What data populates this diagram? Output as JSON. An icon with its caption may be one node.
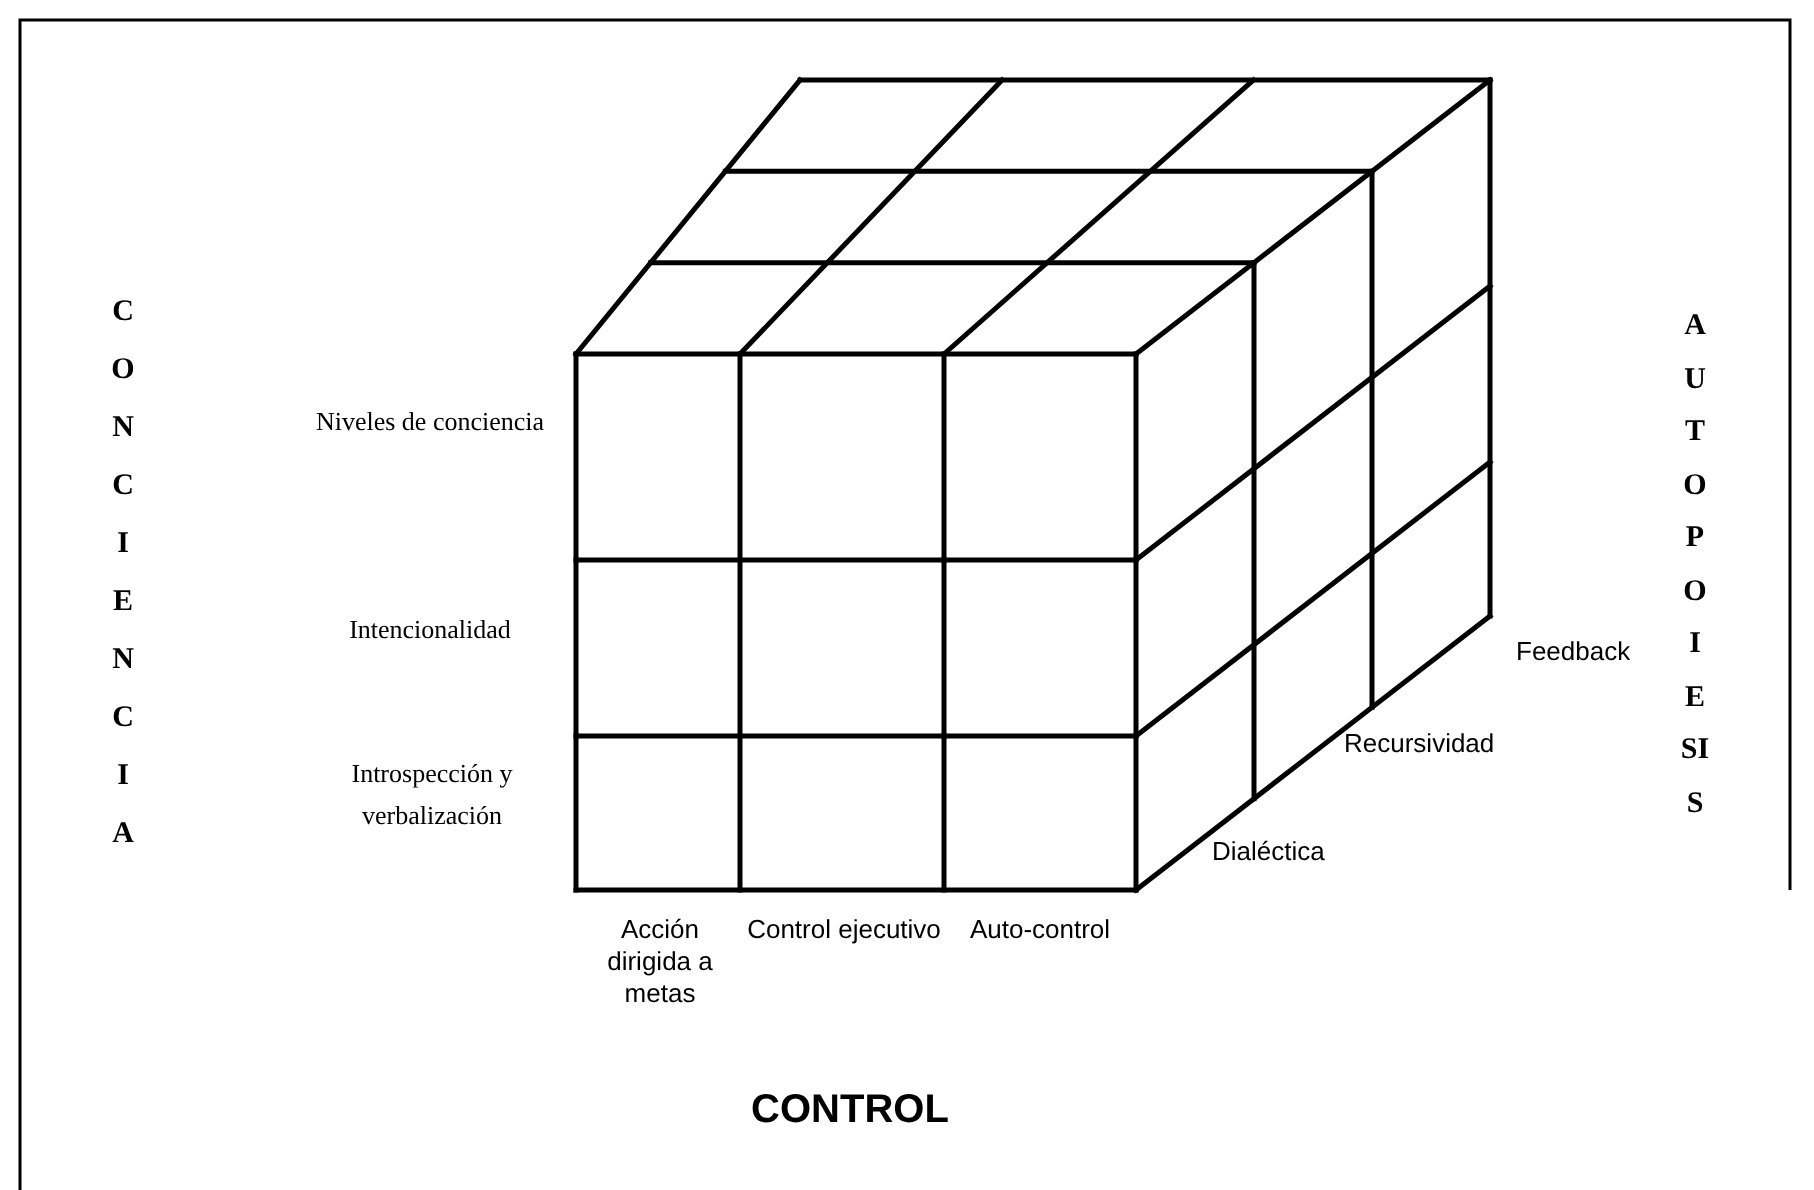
{
  "diagram": {
    "labels": [
      "CONCIENCIA",
      "AUTOPOIESIS",
      "Niveles de conciencia",
      "Intencionalidad",
      "Introspección y verbalización",
      "Feedback",
      "Recursividad",
      "Dialéctica",
      "Acción dirigida a metas",
      "Control ejecutivo",
      "Auto-control",
      "CONTROL"
    ]
  }
}
